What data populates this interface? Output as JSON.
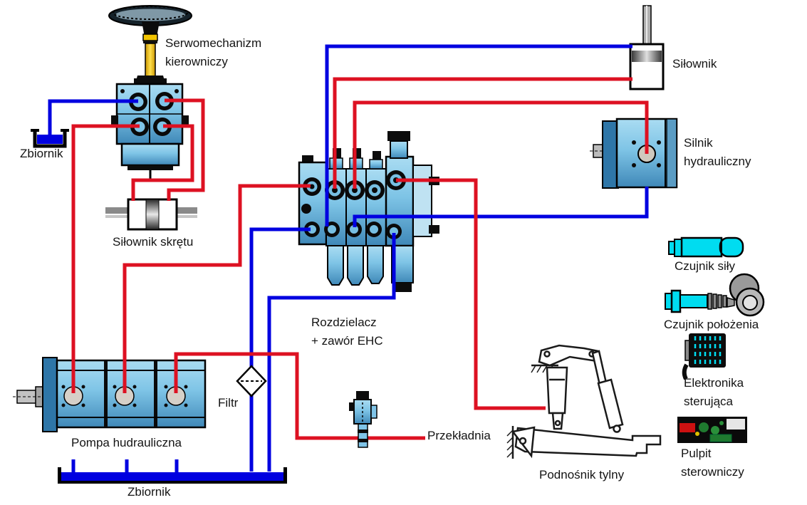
{
  "diagram_title": "Hydraulic system schematic (tractor)",
  "colors": {
    "pressure_line_red": "#dd1122",
    "return_line_blue": "#0000e0",
    "component_blue": "#7ec4e6",
    "sensor_cyan": "#00dcf0",
    "steering_column_yellow": "#f2c400"
  },
  "labels": {
    "servo_line1": "Serwomechanizm",
    "servo_line2": "kierowniczy",
    "tank_top": "Zbiornik",
    "steer_cylinder": "Siłownik skrętu",
    "distributor_line1": "Rozdzielacz",
    "distributor_line2": "+ zawór EHC",
    "cylinder": "Siłownik",
    "motor_line1": "Silnik",
    "motor_line2": "hydrauliczny",
    "force_sensor": "Czujnik siły",
    "position_sensor": "Czujnik położenia",
    "electronics_line1": "Elektronika",
    "electronics_line2": "sterująca",
    "console_line1": "Pulpit",
    "console_line2": "sterowniczy",
    "pump": "Pompa hudrauliczna",
    "filter": "Filtr",
    "gearbox": "Przekładnia",
    "rear_lift": "Podnośnik tylny",
    "tank_bottom": "Zbiornik"
  },
  "components": [
    "steering-servo",
    "tank-top",
    "steering-cylinder",
    "distributor-ehc-valve",
    "cylinder",
    "hydraulic-motor",
    "force-sensor",
    "position-sensor",
    "control-electronics",
    "control-console",
    "hydraulic-pump",
    "filter",
    "gearbox-valve",
    "rear-lift",
    "tank-bottom"
  ]
}
